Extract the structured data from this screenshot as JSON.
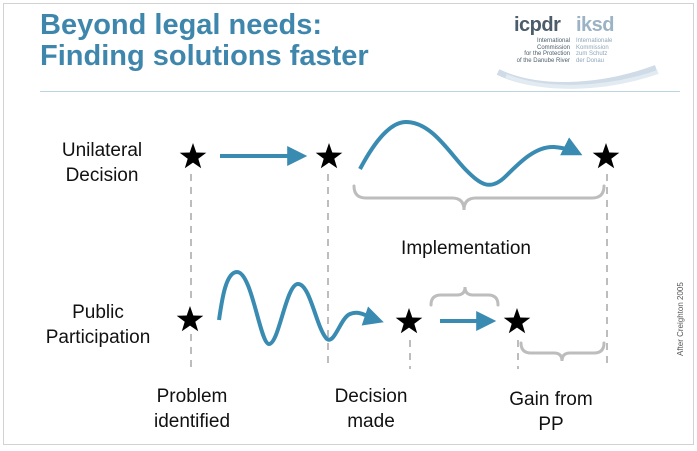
{
  "title": {
    "line1": "Beyond legal needs:",
    "line2": "Finding solutions faster"
  },
  "logo": {
    "icpdr": "icpdr",
    "iksd": "iksd",
    "en_lines": [
      "International",
      "Commission",
      "for the Protection",
      "of the Danube River"
    ],
    "de_lines": [
      "Internationale",
      "Kommission",
      "zum Schutz",
      "der Donau"
    ]
  },
  "rows": {
    "unilateral": {
      "line1": "Unilateral",
      "line2": "Decision"
    },
    "public": {
      "line1": "Public",
      "line2": "Participation"
    }
  },
  "implementation_label": "Implementation",
  "milestones": {
    "problem": {
      "line1": "Problem",
      "line2": "identified"
    },
    "decision": {
      "line1": "Decision",
      "line2": "made"
    },
    "gain": {
      "line1": "Gain from",
      "line2": "PP"
    }
  },
  "credit": "After Creighton 2005",
  "colors": {
    "title": "#3f86ad",
    "curve": "#3a8bb2",
    "bracket": "#bdbdbd",
    "dashed": "#bdbdbd",
    "star": "#000000",
    "logo_dark": "#4b5d6b",
    "logo_light": "#9cb3c5"
  }
}
